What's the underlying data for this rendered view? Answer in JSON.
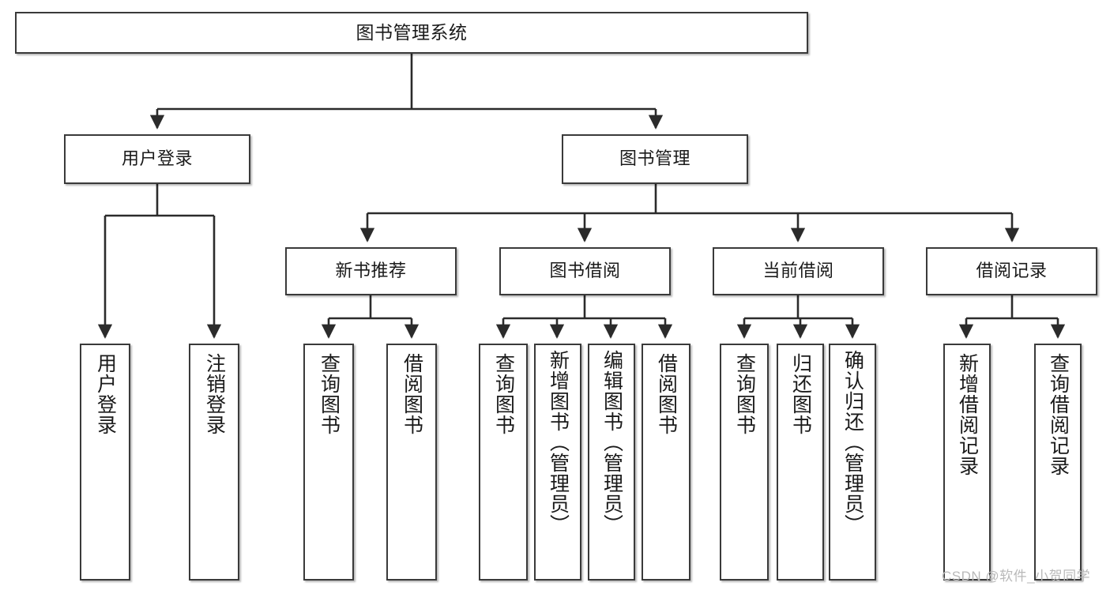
{
  "diagram": {
    "title": "图书管理系统",
    "type": "functional-structure-tree",
    "orientation": "top-down",
    "colors": {
      "box_border": "#3a3a3a",
      "box_fill": "#ffffff",
      "edge": "#2b2b2b",
      "text": "#1a1a1a",
      "watermark": "#b9b9b9"
    },
    "root": {
      "label": "图书管理系统"
    },
    "level2": [
      {
        "id": "user-login",
        "label": "用户登录"
      },
      {
        "id": "book-manage",
        "label": "图书管理"
      }
    ],
    "level3": [
      {
        "id": "new-book-recommend",
        "label": "新书推荐"
      },
      {
        "id": "book-borrow",
        "label": "图书借阅"
      },
      {
        "id": "current-borrow",
        "label": "当前借阅"
      },
      {
        "id": "borrow-record",
        "label": "借阅记录"
      }
    ],
    "leaves": {
      "user-login": [
        {
          "id": "leaf-user-login",
          "label": "用户登录"
        },
        {
          "id": "leaf-logout-login",
          "label": "注销登录"
        }
      ],
      "new-book-recommend": [
        {
          "id": "leaf-query-book-1",
          "label": "查询图书"
        },
        {
          "id": "leaf-borrow-book-1",
          "label": "借阅图书"
        }
      ],
      "book-borrow": [
        {
          "id": "leaf-query-book-2",
          "label": "查询图书"
        },
        {
          "id": "leaf-add-book-admin",
          "label": "新增图书（管理员）"
        },
        {
          "id": "leaf-edit-book-admin",
          "label": "编辑图书（管理员）"
        },
        {
          "id": "leaf-borrow-book-2",
          "label": "借阅图书"
        }
      ],
      "current-borrow": [
        {
          "id": "leaf-query-book-3",
          "label": "查询图书"
        },
        {
          "id": "leaf-return-book",
          "label": "归还图书"
        },
        {
          "id": "leaf-confirm-return-admin",
          "label": "确认归还（管理员）"
        }
      ],
      "borrow-record": [
        {
          "id": "leaf-add-borrow-record",
          "label": "新增借阅记录"
        },
        {
          "id": "leaf-query-borrow-record",
          "label": "查询借阅记录"
        }
      ]
    },
    "watermark": "CSDN @软件_小贺同学"
  }
}
